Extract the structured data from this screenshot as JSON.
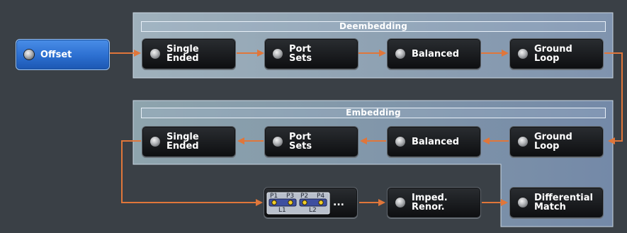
{
  "sections": {
    "deembedding": {
      "title": "Deembedding"
    },
    "embedding": {
      "title": "Embedding"
    }
  },
  "buttons": {
    "offset": "Offset",
    "de_single_ended": "Single\nEnded",
    "de_port_sets": "Port\nSets",
    "de_balanced": "Balanced",
    "de_ground_loop": "Ground\nLoop",
    "em_single_ended": "Single\nEnded",
    "em_port_sets": "Port\nSets",
    "em_balanced": "Balanced",
    "em_ground_loop": "Ground\nLoop",
    "imped_renor": "Imped.\nRenor.",
    "differential_match": "Differential\nMatch"
  },
  "port_icon": {
    "ports": [
      "P1",
      "P3",
      "P2",
      "P4"
    ],
    "lines": [
      "L1",
      "L2"
    ],
    "ellipsis": "..."
  },
  "colors": {
    "background": "#3a4046",
    "panel": "#8aa0b6",
    "arrow": "#e0763a",
    "active_button": "#2c6fd0"
  }
}
